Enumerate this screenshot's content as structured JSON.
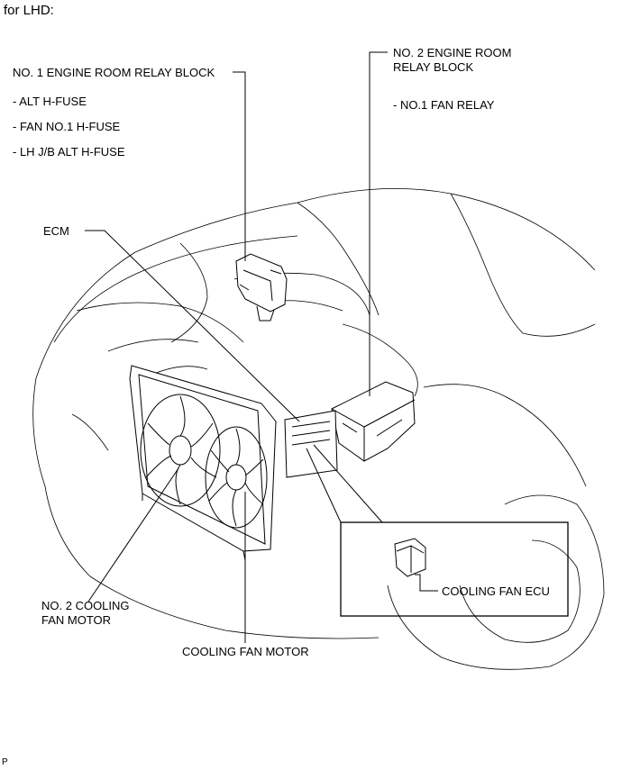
{
  "header": {
    "title": "for LHD:"
  },
  "labels": {
    "relay_block_1": "NO. 1 ENGINE ROOM RELAY BLOCK",
    "relay_block_1_items": [
      "- ALT H-FUSE",
      "- FAN NO.1 H-FUSE",
      "- LH J/B ALT H-FUSE"
    ],
    "relay_block_2_line1": "NO. 2 ENGINE ROOM",
    "relay_block_2_line2": "RELAY BLOCK",
    "relay_block_2_items": [
      "- NO.1 FAN RELAY"
    ],
    "ecm": "ECM",
    "cooling_fan_ecu": "COOLING FAN ECU",
    "no2_cooling_line1": "NO. 2 COOLING",
    "no2_cooling_line2": "FAN MOTOR",
    "cooling_fan_motor": "COOLING FAN MOTOR"
  },
  "footer": {
    "code": "P"
  }
}
